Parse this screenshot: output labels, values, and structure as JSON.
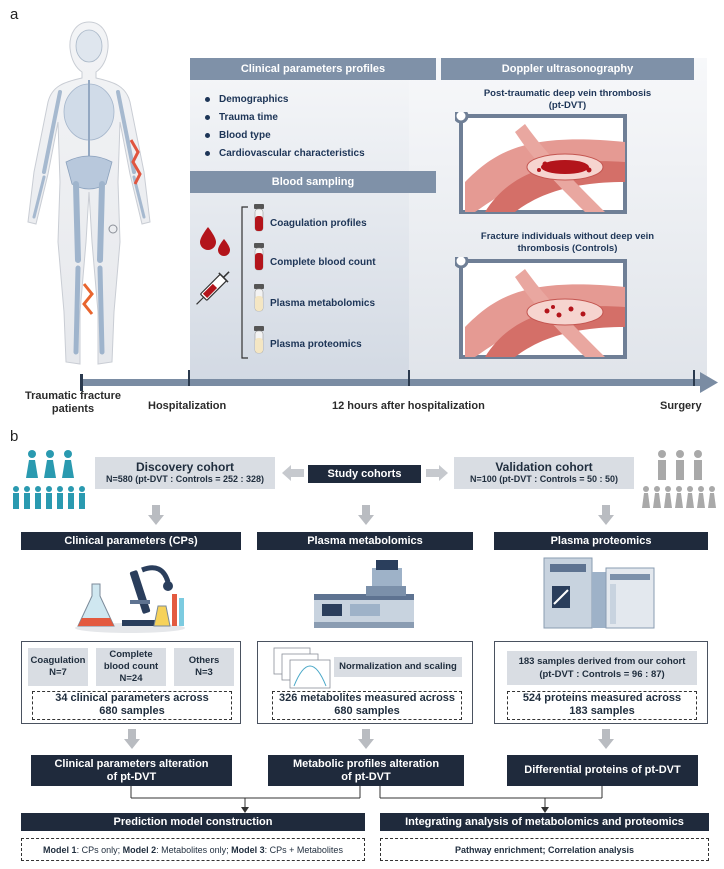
{
  "panel_a": {
    "letter": "a",
    "clinical_header": "Clinical parameters profiles",
    "clinical_items": [
      "Demographics",
      "Trauma time",
      "Blood type",
      "Cardiovascular characteristics"
    ],
    "blood_header": "Blood sampling",
    "tubes": [
      "Coagulation profiles",
      "Complete blood count",
      "Plasma metabolomics",
      "Plasma proteomics"
    ],
    "doppler_header": "Doppler ultrasonography",
    "dvt_title_1": "Post-traumatic deep vein thrombosis",
    "dvt_title_2": "(pt-DVT)",
    "ctrl_title_1": "Fracture individuals without deep vein",
    "ctrl_title_2": "thrombosis (Controls)",
    "timeline": {
      "patients_1": "Traumatic fracture",
      "patients_2": "patients",
      "hospitalization": "Hospitalization",
      "twelve_hours": "12 hours after hospitalization",
      "surgery": "Surgery"
    },
    "colors": {
      "band": "#7f91a8",
      "timeline": "#7a8ca3",
      "vein": "#d9736f",
      "blood": "#b3141b"
    }
  },
  "panel_b": {
    "letter": "b",
    "discovery_title": "Discovery cohort",
    "discovery_sub": "N=580 (pt-DVT : Controls = 252 : 328)",
    "study_cohorts": "Study cohorts",
    "validation_title": "Validation cohort",
    "validation_sub": "N=100 (pt-DVT : Controls = 50 : 50)",
    "col1": {
      "header": "Clinical parameters (CPs)",
      "chip1_1": "Coagulation",
      "chip1_2": "N=7",
      "chip2_1": "Complete",
      "chip2_2": "blood count",
      "chip2_3": "N=24",
      "chip3_1": "Others",
      "chip3_2": "N=3",
      "dash_1": "34 clinical parameters across",
      "dash_2": "680 samples",
      "result_1": "Clinical parameters alteration",
      "result_2": "of pt-DVT"
    },
    "col2": {
      "header": "Plasma metabolomics",
      "chip": "Normalization and scaling",
      "dash_1": "326 metabolites measured across",
      "dash_2": "680 samples",
      "result_1": "Metabolic profiles alteration",
      "result_2": "of pt-DVT"
    },
    "col3": {
      "header": "Plasma proteomics",
      "chip_1": "183 samples derived from our cohort",
      "chip_2": "(pt-DVT : Controls = 96 : 87)",
      "dash_1": "524 proteins measured across",
      "dash_2": "183 samples",
      "result_1": "Differential proteins of pt-DVT"
    },
    "prediction_header": "Prediction model construction",
    "prediction_note": {
      "m1": "Model 1",
      "m1_text": ": CPs only; ",
      "m2": "Model 2",
      "m2_text": ": Metabolites only; ",
      "m3": "Model 3",
      "m3_text": ": CPs + Metabolites"
    },
    "integrating_header": "Integrating analysis of metabolomics and proteomics",
    "integrating_note": "Pathway enrichment; Correlation analysis",
    "colors": {
      "discovery_people": "#2a9ab0",
      "validation_people": "#a9a9a9",
      "dark": "#1f2a3c"
    }
  }
}
